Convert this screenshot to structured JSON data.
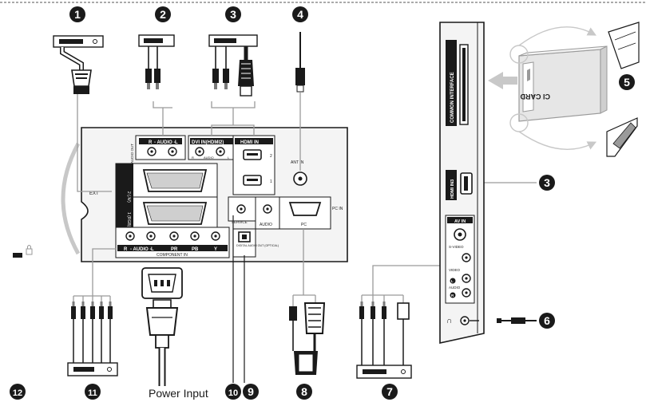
{
  "callouts": {
    "n1": "1",
    "n2": "2",
    "n3": "3",
    "n4": "4",
    "n5": "5",
    "n6": "6",
    "n7": "7",
    "n8": "8",
    "n9": "9",
    "n10": "10",
    "n11": "11",
    "n12": "12"
  },
  "rear_panel": {
    "audio_r": "R",
    "audio_text": "- AUDIO -",
    "audio_l": "L",
    "audio_out": "AUDIO OUT",
    "dvi_in": "DVI IN(HDMI2)",
    "dvi_audio": "AUDIO",
    "dvi_r": "R",
    "dvi_l": "L",
    "hdmi_in": "HDMI IN",
    "hdmi_1": "1",
    "hdmi_2": "2",
    "ant_in": "ANT IN",
    "ext_label": "EXT",
    "scart_2": "2 (AV)",
    "scart_1": "1 (RGB)",
    "service": "SERVICE",
    "audio": "AUDIO",
    "pc": "PC",
    "pc_in": "PC IN",
    "optical": "DIGITAL AUDIO OUT (OPTICAL)",
    "comp_r": "R",
    "comp_audio": "- AUDIO -",
    "comp_l": "L",
    "comp_pr": "PR",
    "comp_pb": "PB",
    "comp_y": "Y",
    "component_in": "COMPONENT IN"
  },
  "side_panel": {
    "common_interface": "COMMON INTERFACE",
    "ci_card": "CI CARD",
    "hdmi3": "HDMI IN3",
    "av_in": "AV IN",
    "s_video": "S-VIDEO",
    "video": "VIDEO",
    "side_audio": "AUDIO",
    "side_l": "L",
    "side_r": "R",
    "headphone": "∩"
  },
  "captions": {
    "power_input": "Power Input"
  },
  "icons": [
    "kensington-lock-icon",
    "headphone-icon"
  ],
  "colors": {
    "ink": "#1a1a1a",
    "panel": "#f4f4f4",
    "guide_line": "#9a9a9a",
    "arc": "#c8c8c8"
  }
}
